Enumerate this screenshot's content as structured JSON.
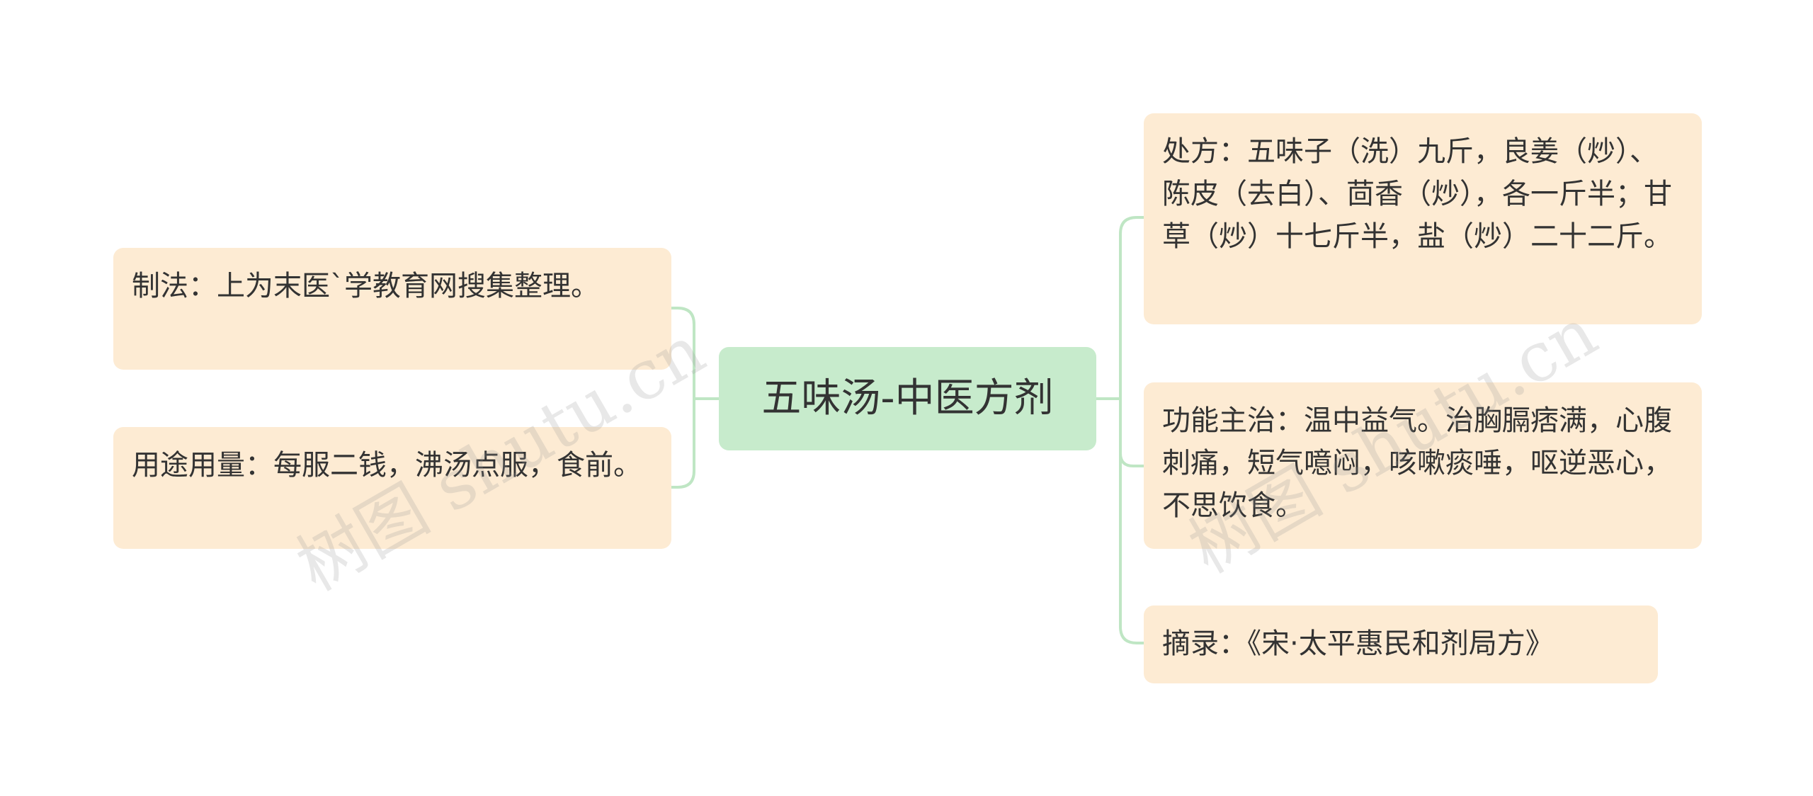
{
  "root": {
    "label": "五味汤-中医方剂"
  },
  "left_nodes": [
    {
      "text": "制法：上为末医`学教育网搜集整理。"
    },
    {
      "text": "用途用量：每服二钱，沸汤点服，食前。"
    }
  ],
  "right_nodes": [
    {
      "text": "处方：五味子（洗）九斤，良姜（炒）、陈皮（去白）、茴香（炒），各一斤半；甘草（炒）十七斤半，盐（炒）二十二斤。"
    },
    {
      "text": "功能主治：温中益气。治胸膈痞满，心腹刺痛，短气噫闷，咳嗽痰唾，呕逆恶心，不思饮食。"
    },
    {
      "text": "摘录：《宋·太平惠民和剂局方》"
    }
  ],
  "watermark": "树图 shutu.cn",
  "colors": {
    "root_fill": "#c7ebcc",
    "leaf_fill": "#fdebd3",
    "connector": "#bfe6c4",
    "text": "#333333"
  }
}
